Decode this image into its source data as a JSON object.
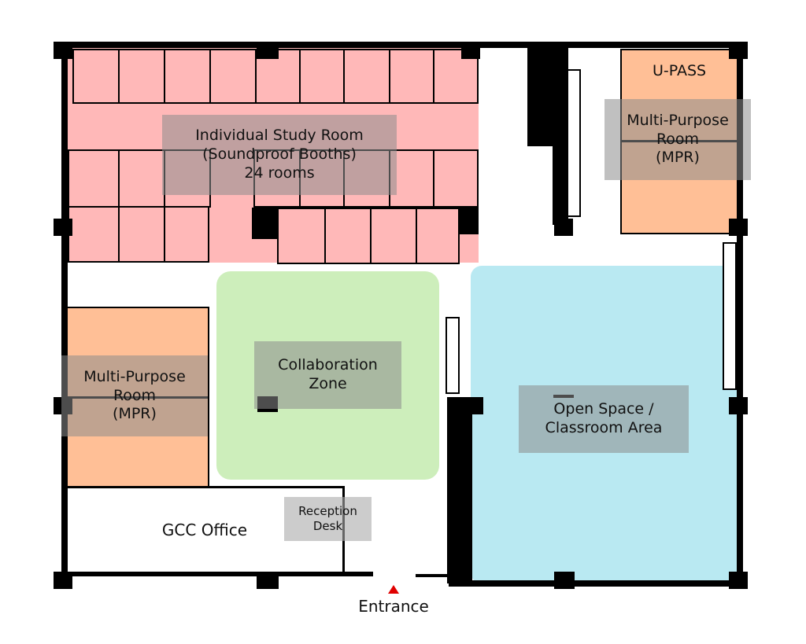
{
  "rooms": {
    "study": {
      "line1": "Individual Study Room",
      "line2": "(Soundproof Booths)",
      "line3": "24 rooms"
    },
    "upass": "U-PASS",
    "mpr_right": {
      "line1": "Multi-Purpose",
      "line2": "Room",
      "line3": "(MPR)"
    },
    "mpr_left": {
      "line1": "Multi-Purpose",
      "line2": "Room",
      "line3": "(MPR)"
    },
    "collab": {
      "line1": "Collaboration",
      "line2": "Zone"
    },
    "open": {
      "line1": "Open Space /",
      "line2": "Classroom Area"
    },
    "reception": {
      "line1": "Reception",
      "line2": "Desk"
    },
    "gcc": "GCC Office",
    "entrance": "Entrance"
  },
  "colors": {
    "study": "#ffb8b8",
    "mpr": "#ffbf96",
    "collab": "#cdeebb",
    "open": "#b9e9f2",
    "entrance_marker": "#e00000"
  }
}
